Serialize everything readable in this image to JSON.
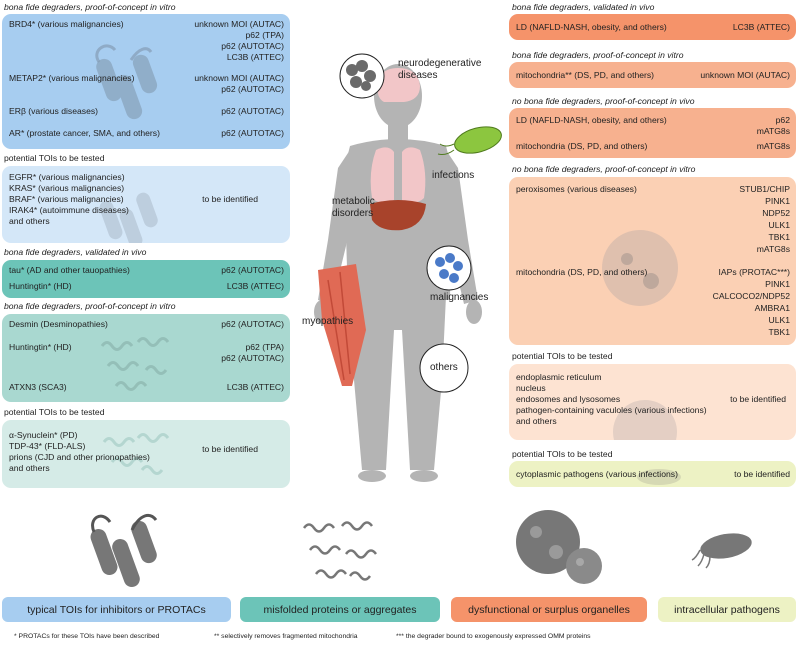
{
  "left": {
    "h1": "bona fide degraders, proof-of-concept in vitro",
    "b1": {
      "l1": "BRD4* (various malignancies)",
      "r1": "unknown MOI (AUTAC)",
      "r2": "p62 (TPA)",
      "r3": "p62 (AUTOTAC)",
      "r4": "LC3B (ATTEC)",
      "l2": "METAP2* (various malignancies)",
      "r5": "unknown MOI (AUTAC)",
      "r6": "p62 (AUTOTAC)",
      "l3": "ERβ (various diseases)",
      "r7": "p62 (AUTOTAC)",
      "l4": "AR* (prostate cancer, SMA, and others)",
      "r8": "p62 (AUTOTAC)"
    },
    "h2": "potential TOIs to be tested",
    "b2": {
      "l1": "EGFR* (various malignancies)",
      "l2": "KRAS* (various malignancies)",
      "l3": "BRAF* (various malignancies)",
      "l4": "IRAK4* (autoimmune diseases)",
      "l5": "and others",
      "r1": "to be identified"
    },
    "h3": "bona fide degraders, validated in vivo",
    "b3": {
      "l1": "tau* (AD and other tauopathies)",
      "r1": "p62 (AUTOTAC)",
      "l2": "Huntingtin* (HD)",
      "r2": "LC3B (ATTEC)"
    },
    "h4": "bona fide degraders, proof-of-concept in vitro",
    "b4": {
      "l1": "Desmin (Desminopathies)",
      "r1": "p62 (AUTOTAC)",
      "l2": "Huntingtin* (HD)",
      "r2": "p62 (TPA)",
      "r3": "p62 (AUTOTAC)",
      "l3": "ATXN3 (SCA3)",
      "r4": "LC3B (ATTEC)"
    },
    "h5": "potential TOIs to be tested",
    "b5": {
      "l1": "α-Synuclein* (PD)",
      "l2": "TDP-43* (FLD-ALS)",
      "l3": "prions (CJD and other prionopathies)",
      "l4": "and others",
      "r1": "to be identified"
    }
  },
  "right": {
    "h1": "bona fide degraders, validated in vivo",
    "b1": {
      "l1": "LD (NAFLD-NASH, obesity, and others)",
      "r1": "LC3B (ATTEC)"
    },
    "h2": "bona fide degraders, proof-of-concept in vitro",
    "b2": {
      "l1": "mitochondria** (DS, PD, and others)",
      "r1": "unknown MOI (AUTAC)"
    },
    "h3": "no bona fide degraders, proof-of-concept in vivo",
    "b3": {
      "l1": "LD (NAFLD-NASH, obesity, and others)",
      "r1": "p62",
      "r2": "mATG8s",
      "l2": "mitochondria (DS, PD, and others)",
      "r3": "mATG8s"
    },
    "h4": "no bona fide degraders, proof-of-concept in vitro",
    "b4": {
      "l1": "peroxisomes (various diseases)",
      "r1": "STUB1/CHIP",
      "r2": "PINK1",
      "r3": "NDP52",
      "r4": "ULK1",
      "r5": "TBK1",
      "r6": "mATG8s",
      "l2": "mitochondria (DS, PD, and others)",
      "r7": "IAPs (PROTAC***)",
      "r8": "PINK1",
      "r9": "CALCOCO2/NDP52",
      "r10": "AMBRA1",
      "r11": "ULK1",
      "r12": "TBK1"
    },
    "h5": "potential TOIs to be tested",
    "b5": {
      "l1": "endoplasmic reticulum",
      "l2": "nucleus",
      "l3": "endosomes and lysosomes",
      "l4": "pathogen-containing vaculoles (various infections)",
      "l5": "and others",
      "r1": "to be identified"
    },
    "h6": "potential TOIs to be tested",
    "b6": {
      "l1": "cytoplasmic pathogens (various infections)",
      "r1": "to be identified"
    }
  },
  "center": {
    "neuro": "neurodegenerative\ndiseases",
    "infections": "infections",
    "metabolic": "metabolic\ndisorders",
    "malignancies": "malignancies",
    "myopathies": "myopathies",
    "others": "others"
  },
  "legend": {
    "typical": "typical TOIs for inhibitors or PROTACs",
    "misfolded": "misfolded proteins or aggregates",
    "organelles": "dysfunctional or surplus organelles",
    "pathogens": "intracellular pathogens"
  },
  "footnotes": {
    "f1": "* PROTACs for these TOIs have been described",
    "f2": "** selectively removes fragmented mitochondria",
    "f3": "*** the degrader bound to exogenously expressed OMM proteins"
  },
  "colors": {
    "blue": "#a7cdf0",
    "teal": "#6cc4b8",
    "orange": "#f5936a",
    "yellow": "#edf2c4",
    "body": "#b4b4b4",
    "brain": "#f2c6c8",
    "liver": "#a8432b",
    "muscle": "#e06a55",
    "bacterium": "#8cc63f"
  }
}
